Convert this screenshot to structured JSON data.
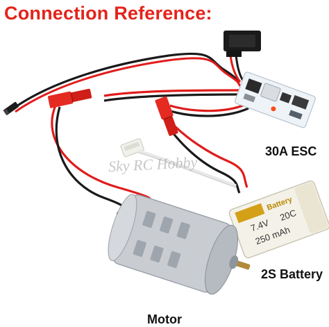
{
  "title": "Connection Reference:",
  "labels": {
    "esc": "30A ESC",
    "battery": "2S Battery",
    "motor": "Motor"
  },
  "watermark": "Sky RC Hobby",
  "battery_print": {
    "voltage": "7.4V",
    "c_rating": "20C",
    "capacity": "250 mAh",
    "brand": "Battery"
  },
  "colors": {
    "title": "#e4231b",
    "wire_red": "#e01c1c",
    "wire_black": "#1a1a1a",
    "connector_red": "#e52a22",
    "esc_board": "#eef3f8",
    "battery_body": "#f4f2e8",
    "motor_can": "#c9ccd1"
  }
}
